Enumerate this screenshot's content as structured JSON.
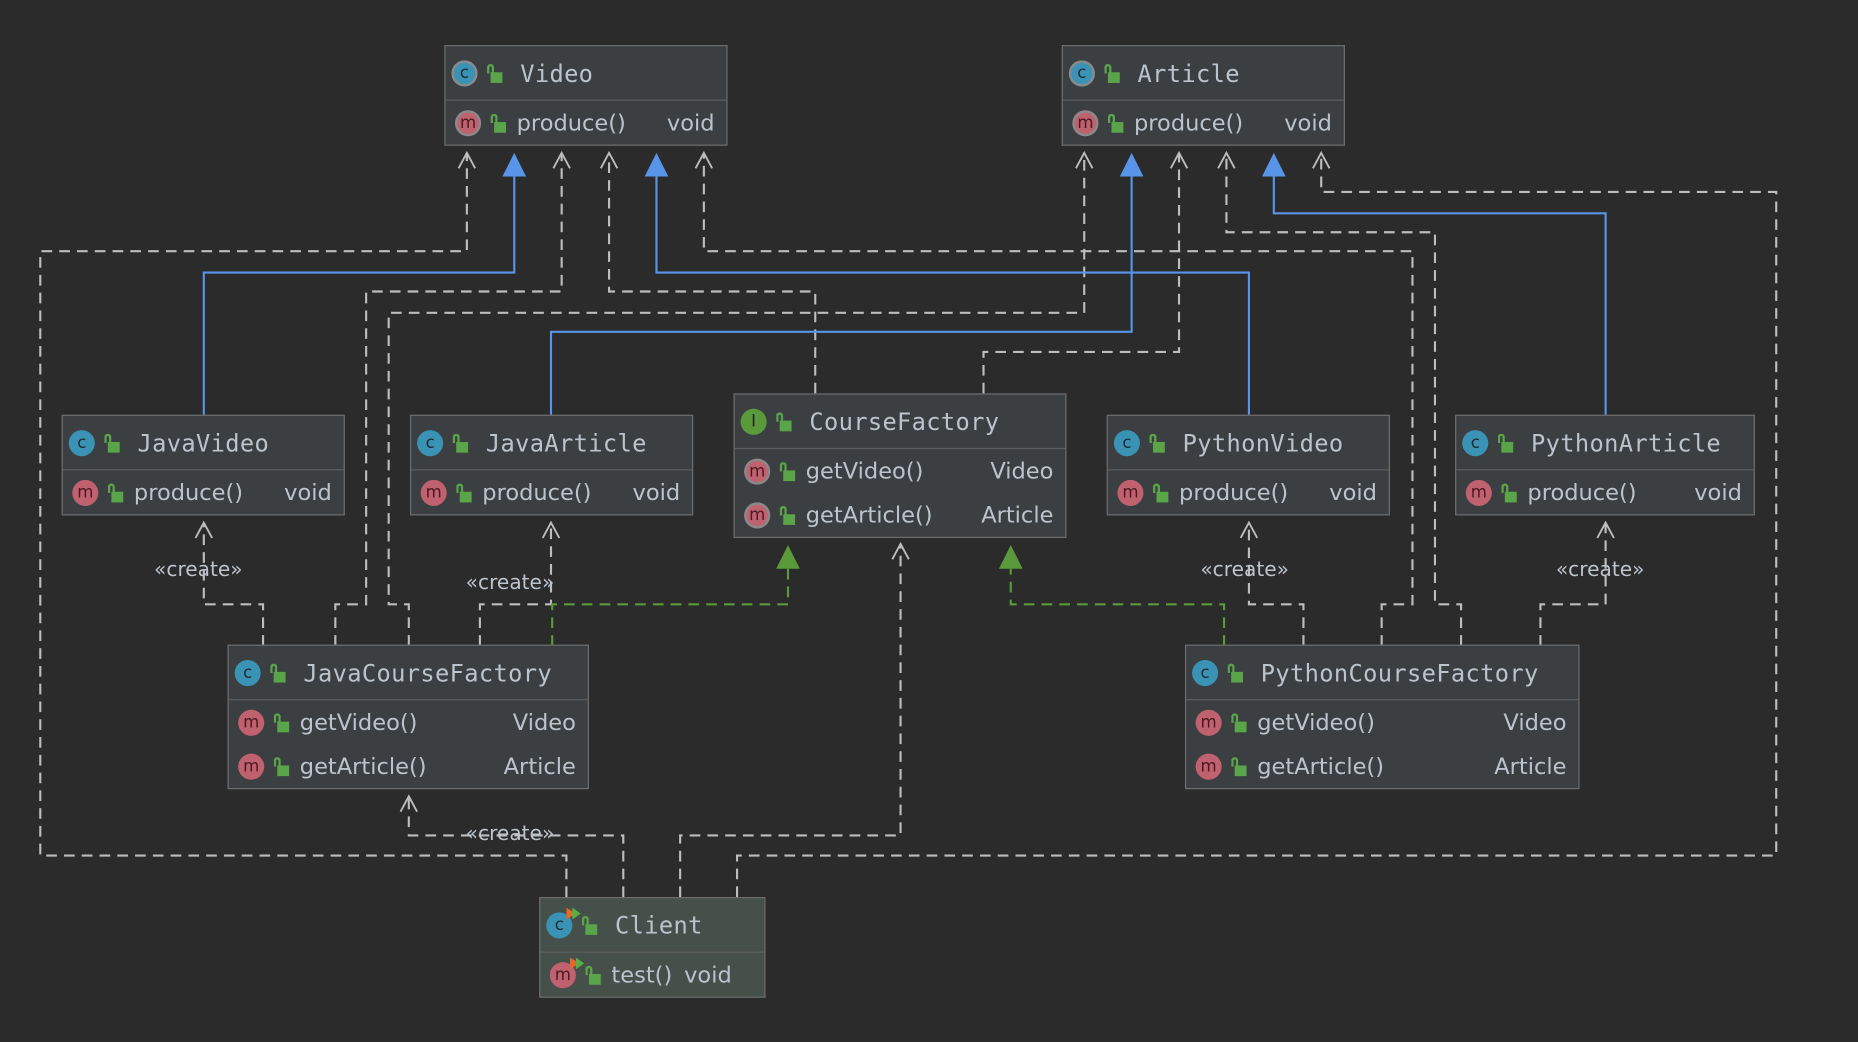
{
  "colors": {
    "background": "#2b2b2b",
    "node_fill": "#3c3f41",
    "client_fill": "#45504a",
    "inheritance_edge": "#5894e8",
    "realization_edge": "#5a9a3a",
    "dependency_edge": "#bdbdbd",
    "class_badge": "#3a93b5",
    "method_badge": "#c0616f",
    "interface_badge": "#5a9a3a"
  },
  "nodes": {
    "video": {
      "kind": "class",
      "abstract": true,
      "name": "Video",
      "methods": [
        {
          "name": "produce()",
          "type": "void",
          "abstract": true
        }
      ]
    },
    "article": {
      "kind": "class",
      "abstract": true,
      "name": "Article",
      "methods": [
        {
          "name": "produce()",
          "type": "void",
          "abstract": true
        }
      ]
    },
    "java_video": {
      "kind": "class",
      "name": "JavaVideo",
      "methods": [
        {
          "name": "produce()",
          "type": "void"
        }
      ]
    },
    "java_article": {
      "kind": "class",
      "name": "JavaArticle",
      "methods": [
        {
          "name": "produce()",
          "type": "void"
        }
      ]
    },
    "course_factory": {
      "kind": "interface",
      "name": "CourseFactory",
      "methods": [
        {
          "name": "getVideo()",
          "type": "Video",
          "abstract": true
        },
        {
          "name": "getArticle()",
          "type": "Article",
          "abstract": true
        }
      ]
    },
    "python_video": {
      "kind": "class",
      "name": "PythonVideo",
      "methods": [
        {
          "name": "produce()",
          "type": "void"
        }
      ]
    },
    "python_article": {
      "kind": "class",
      "name": "PythonArticle",
      "methods": [
        {
          "name": "produce()",
          "type": "void"
        }
      ]
    },
    "java_course_factory": {
      "kind": "class",
      "name": "JavaCourseFactory",
      "methods": [
        {
          "name": "getVideo()",
          "type": "Video"
        },
        {
          "name": "getArticle()",
          "type": "Article"
        }
      ]
    },
    "python_course_factory": {
      "kind": "class",
      "name": "PythonCourseFactory",
      "methods": [
        {
          "name": "getVideo()",
          "type": "Video"
        },
        {
          "name": "getArticle()",
          "type": "Article"
        }
      ]
    },
    "client": {
      "kind": "class",
      "runnable": true,
      "name": "Client",
      "methods": [
        {
          "name": "test()",
          "type": "void",
          "runnable": true
        }
      ]
    }
  },
  "edge_labels": {
    "create_java_video": "«create»",
    "create_java_article": "«create»",
    "create_python_video": "«create»",
    "create_python_article": "«create»",
    "create_java_course_factory": "«create»"
  },
  "relations": [
    {
      "from": "JavaVideo",
      "to": "Video",
      "type": "inheritance"
    },
    {
      "from": "PythonVideo",
      "to": "Video",
      "type": "inheritance"
    },
    {
      "from": "JavaArticle",
      "to": "Article",
      "type": "inheritance"
    },
    {
      "from": "PythonArticle",
      "to": "Article",
      "type": "inheritance"
    },
    {
      "from": "JavaCourseFactory",
      "to": "CourseFactory",
      "type": "realization"
    },
    {
      "from": "PythonCourseFactory",
      "to": "CourseFactory",
      "type": "realization"
    },
    {
      "from": "JavaCourseFactory",
      "to": "JavaVideo",
      "type": "create"
    },
    {
      "from": "JavaCourseFactory",
      "to": "JavaArticle",
      "type": "create"
    },
    {
      "from": "PythonCourseFactory",
      "to": "PythonVideo",
      "type": "create"
    },
    {
      "from": "PythonCourseFactory",
      "to": "PythonArticle",
      "type": "create"
    },
    {
      "from": "Client",
      "to": "JavaCourseFactory",
      "type": "create"
    },
    {
      "from": "Client",
      "to": "CourseFactory",
      "type": "dependency"
    },
    {
      "from": "Client",
      "to": "Video",
      "type": "dependency"
    },
    {
      "from": "Client",
      "to": "Article",
      "type": "dependency"
    },
    {
      "from": "CourseFactory",
      "to": "Video",
      "type": "dependency"
    },
    {
      "from": "CourseFactory",
      "to": "Article",
      "type": "dependency"
    },
    {
      "from": "JavaCourseFactory",
      "to": "Video",
      "type": "dependency"
    },
    {
      "from": "JavaCourseFactory",
      "to": "Article",
      "type": "dependency"
    },
    {
      "from": "PythonCourseFactory",
      "to": "Video",
      "type": "dependency"
    },
    {
      "from": "PythonCourseFactory",
      "to": "Article",
      "type": "dependency"
    }
  ]
}
